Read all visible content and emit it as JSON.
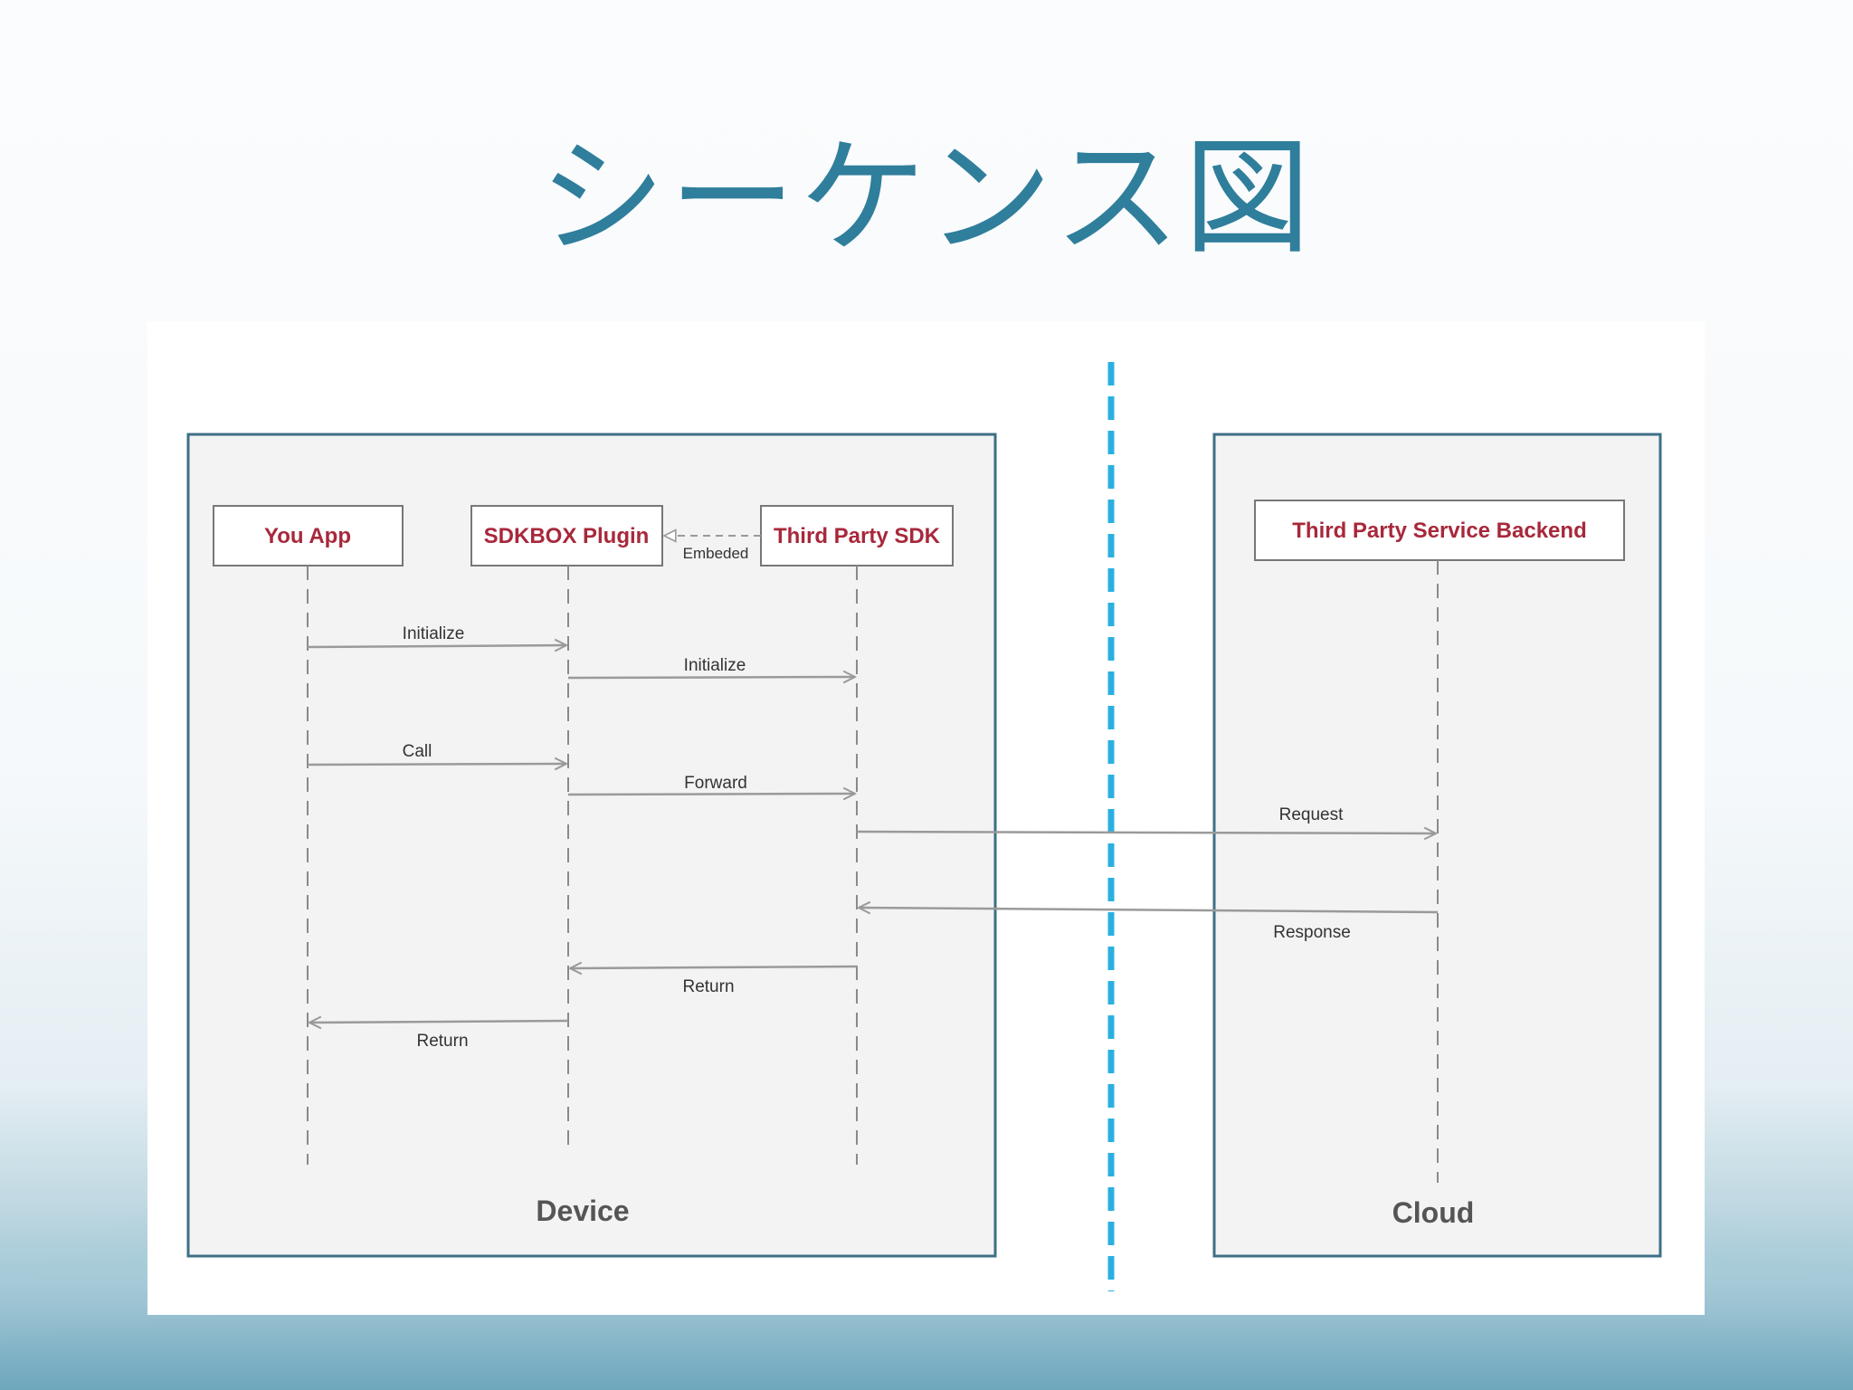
{
  "slide": {
    "title": "シーケンス図"
  },
  "groups": {
    "device": "Device",
    "cloud": "Cloud"
  },
  "actors": {
    "app": "You App",
    "plugin": "SDKBOX Plugin",
    "sdk": "Third Party SDK",
    "backend": "Third Party Service Backend"
  },
  "embed_label": "Embeded",
  "messages": [
    {
      "from": "app",
      "to": "plugin",
      "label": "Initialize"
    },
    {
      "from": "plugin",
      "to": "sdk",
      "label": "Initialize"
    },
    {
      "from": "app",
      "to": "plugin",
      "label": "Call"
    },
    {
      "from": "plugin",
      "to": "sdk",
      "label": "Forward"
    },
    {
      "from": "sdk",
      "to": "backend",
      "label": "Request"
    },
    {
      "from": "backend",
      "to": "sdk",
      "label": "Response"
    },
    {
      "from": "sdk",
      "to": "plugin",
      "label": "Return"
    },
    {
      "from": "plugin",
      "to": "app",
      "label": "Return"
    }
  ],
  "colors": {
    "title": "#2f7e9c",
    "actor_text": "#a8283b",
    "frame_border": "#3e6f86",
    "frame_fill": "#f3f3f4",
    "arrow": "#9a9a9a",
    "divider": "#2ab0e0"
  }
}
